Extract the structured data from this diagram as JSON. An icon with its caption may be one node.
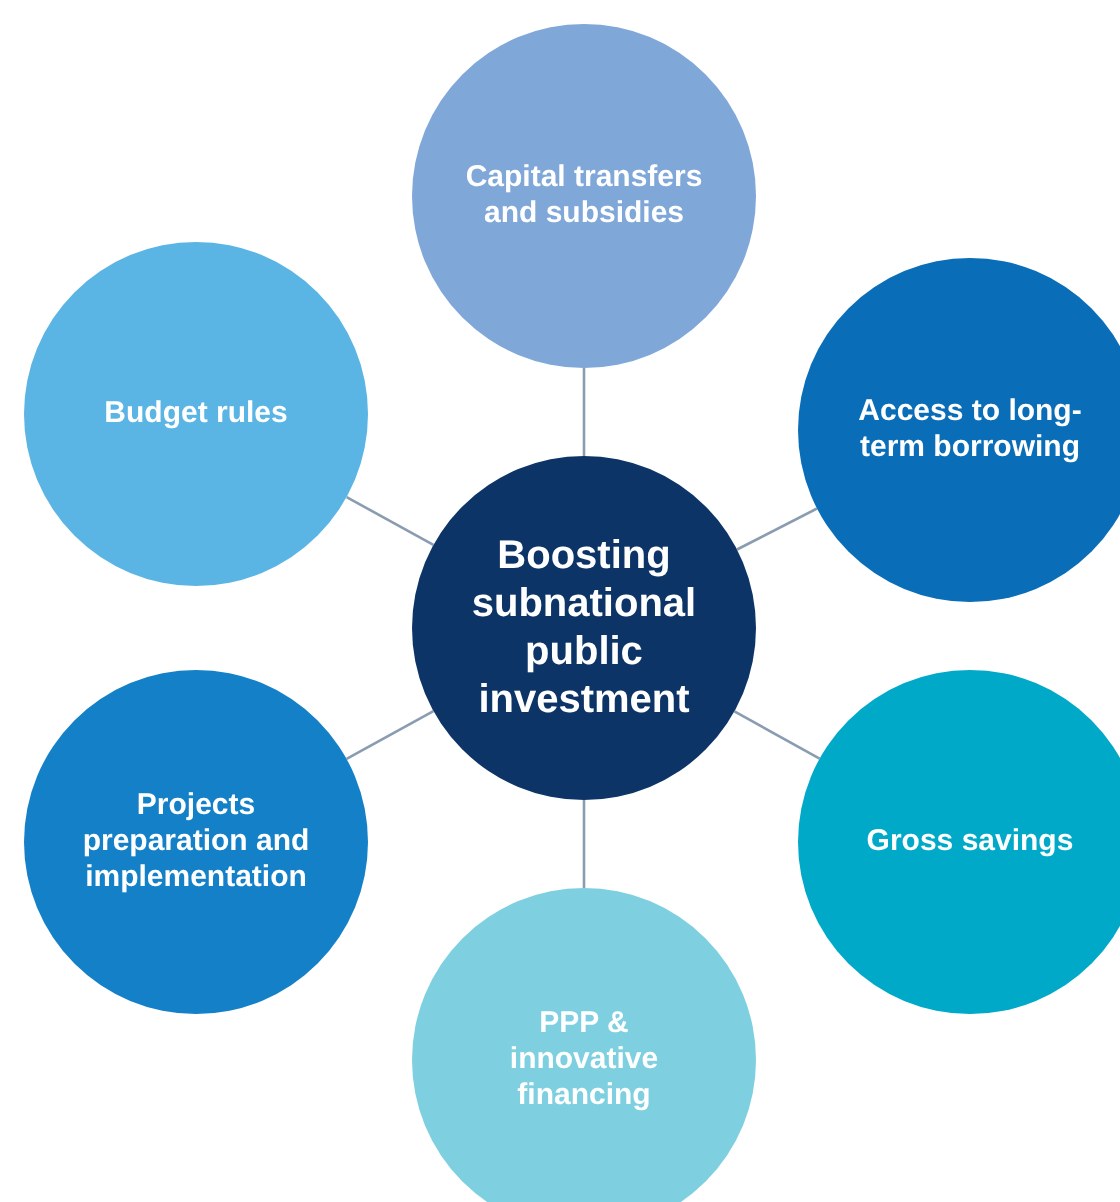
{
  "diagram": {
    "nodes": [
      {
        "text": [
          "Boosting subnational public investment"
        ]
      },
      {
        "text": [
          "Capital transfers and subsidies"
        ]
      },
      {
        "text": [
          "Access to long-term borrowing"
        ]
      },
      {
        "text": [
          "Gross savings"
        ]
      },
      {
        "text": [
          "PPP & innovative financing"
        ]
      },
      {
        "text": [
          "Projects preparation and implementation"
        ]
      },
      {
        "text": [
          "Budget rules"
        ]
      }
    ],
    "edges": [
      {
        "from": 0,
        "to": 1,
        "arrow": "none"
      },
      {
        "from": 0,
        "to": 2,
        "arrow": "none"
      },
      {
        "from": 0,
        "to": 3,
        "arrow": "none"
      },
      {
        "from": 0,
        "to": 4,
        "arrow": "none"
      },
      {
        "from": 0,
        "to": 5,
        "arrow": "none"
      },
      {
        "from": 0,
        "to": 6,
        "arrow": "none"
      }
    ]
  }
}
